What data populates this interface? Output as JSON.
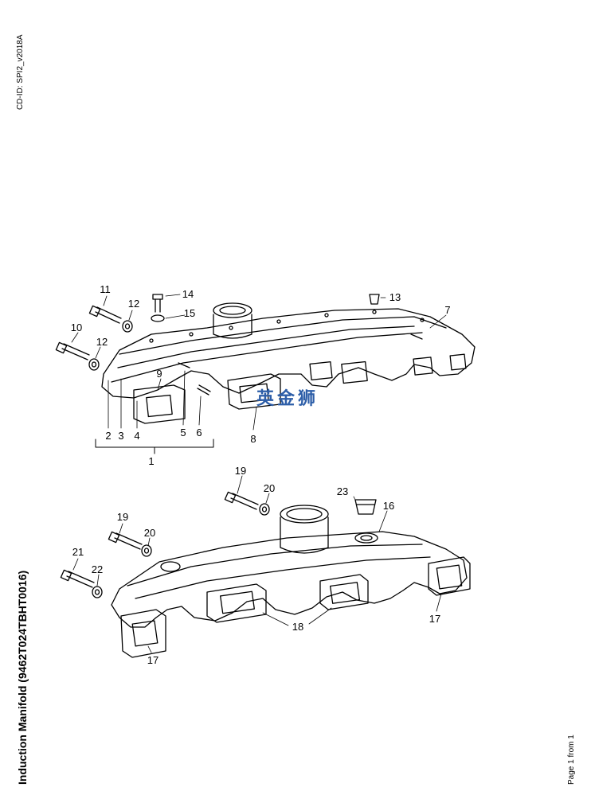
{
  "doc": {
    "cd_id": "CD-ID: SPI2_v2018A",
    "title": "Induction Manifold (9462T024TBHT0016)",
    "page_info": "Page 1 from 1",
    "watermark": "英金狮"
  },
  "callouts": [
    "1",
    "2",
    "3",
    "4",
    "5",
    "6",
    "7",
    "8",
    "9",
    "10",
    "11",
    "12",
    "13",
    "14",
    "15",
    "16",
    "17",
    "18",
    "19",
    "20",
    "21",
    "22",
    "23"
  ],
  "colors": {
    "line": "#000000",
    "watermark": "#2d5ea8",
    "background": "#ffffff"
  }
}
